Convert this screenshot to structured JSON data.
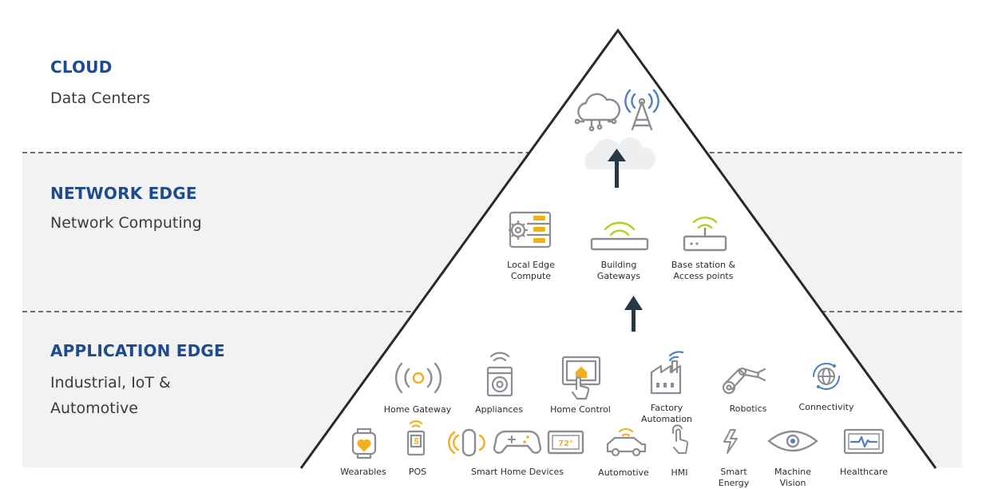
{
  "tiers": {
    "cloud": {
      "title": "CLOUD",
      "subtitle": "Data Centers"
    },
    "network": {
      "title": "NETWORK EDGE",
      "subtitle": "Network Computing"
    },
    "application": {
      "title": "APPLICATION EDGE",
      "subtitle_lines": [
        "Industrial, IoT &",
        "Automotive"
      ]
    }
  },
  "network_devices": [
    {
      "icon": "server-gear-icon",
      "label_lines": [
        "Local Edge",
        "Compute"
      ]
    },
    {
      "icon": "gateway-wifi-icon",
      "label_lines": [
        "Building",
        "Gateways"
      ]
    },
    {
      "icon": "router-wifi-icon",
      "label_lines": [
        "Base station &",
        "Access points"
      ]
    }
  ],
  "app_row1": [
    {
      "icon": "broadcast-icon",
      "label_lines": [
        "Home Gateway"
      ]
    },
    {
      "icon": "washing-machine-icon",
      "label_lines": [
        "Appliances"
      ]
    },
    {
      "icon": "touch-panel-icon",
      "label_lines": [
        "Home Control"
      ]
    },
    {
      "icon": "factory-icon",
      "label_lines": [
        "Factory",
        "Automation"
      ]
    },
    {
      "icon": "robot-arm-icon",
      "label_lines": [
        "Robotics"
      ]
    },
    {
      "icon": "globe-connectivity-icon",
      "label_lines": [
        "Connectivity"
      ]
    }
  ],
  "app_row2": [
    {
      "icon": "smartwatch-icon",
      "label_lines": [
        "Wearables"
      ]
    },
    {
      "icon": "pos-terminal-icon",
      "label_lines": [
        "POS"
      ]
    },
    {
      "icon": "smart-home-devices-icon",
      "label_lines": [
        "Smart Home Devices"
      ]
    },
    {
      "icon": "car-icon",
      "label_lines": [
        "Automotive"
      ]
    },
    {
      "icon": "hand-touch-icon",
      "label_lines": [
        "HMI"
      ]
    },
    {
      "icon": "lightning-icon",
      "label_lines": [
        "Smart",
        "Energy"
      ]
    },
    {
      "icon": "eye-icon",
      "label_lines": [
        "Machine",
        "Vision"
      ]
    },
    {
      "icon": "heart-monitor-icon",
      "label_lines": [
        "Healthcare"
      ]
    }
  ],
  "thermostat_text": "72°",
  "colors": {
    "title": "#1e4b8f",
    "icon_gray": "#8a8d93",
    "accent_yellow": "#f2b01e",
    "lime": "#b8cc1c",
    "cloud_blue": "#4a7fc1",
    "dark": "#263746"
  }
}
